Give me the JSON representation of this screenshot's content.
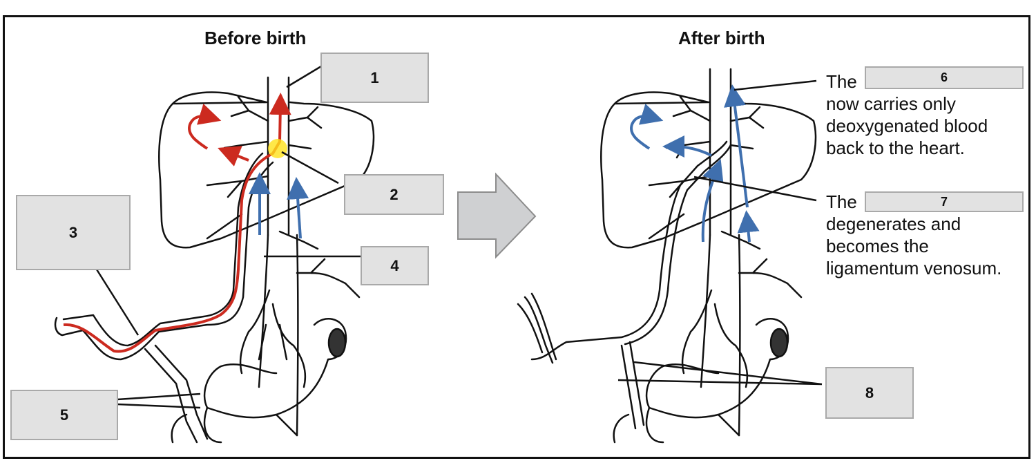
{
  "titles": {
    "before": "Before birth",
    "after": "After birth"
  },
  "labels": {
    "l1": "1",
    "l2": "2",
    "l3": "3",
    "l4": "4",
    "l5": "5",
    "l6": "6",
    "l7": "7",
    "l8": "8"
  },
  "captions": {
    "c6_prefix": "The",
    "c6_line2": "now carries only",
    "c6_line3": "deoxygenated blood",
    "c6_line4": "back to the heart.",
    "c7_prefix": "The",
    "c7_line2": "degenerates and",
    "c7_line3": "becomes the",
    "c7_line4": "ligamentum venosum."
  },
  "colors": {
    "oxygenated": "#cc2a1f",
    "deoxygenated": "#3f6fae",
    "label_fill": "#e2e2e2",
    "label_border": "#a9a9a9",
    "arrow_fill": "#cfd0d2",
    "highlight": "#ffe21a"
  }
}
